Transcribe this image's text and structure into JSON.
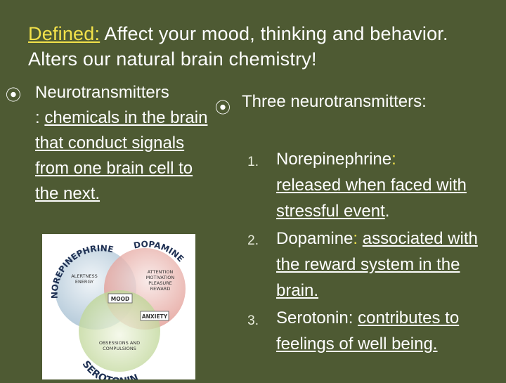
{
  "colors": {
    "background": "#4e5a33",
    "accent": "#f3e24a",
    "text": "#ffffff"
  },
  "intro": {
    "term": "Defined:",
    "text": " Affect your mood, thinking and behavior. Alters our natural brain chemistry!"
  },
  "left": {
    "bullet": "⦿",
    "term": "Neurotransmitters",
    "colon": ":",
    "definition": "chemicals in the brain that conduct signals from one brain cell to the next."
  },
  "right": {
    "bullet": "⦿",
    "heading": "Three neurotransmitters:",
    "items": [
      {
        "number": "1.",
        "name": "Norepinephrine",
        "colon": ":",
        "description": "released when faced with stressful event",
        "end": "."
      },
      {
        "number": "2.",
        "name": "Dopamine",
        "colon": ":",
        "description": "associated with the reward system in the brain.",
        "end": ""
      },
      {
        "number": "3.",
        "name": "Serotonin",
        "colon": ":",
        "description": "contributes to feelings of well being.",
        "end": ""
      }
    ]
  },
  "diagram": {
    "norepinephrine": "NOREPINEPHRINE",
    "dopamine": "DOPAMINE",
    "serotonin": "SEROTONIN",
    "alertness": "ALERTNESS",
    "energy": "ENERGY",
    "attention": "ATTENTION",
    "motivation": "MOTIVATION",
    "pleasure": "PLEASURE",
    "reward": "REWARD",
    "mood": "MOOD",
    "anxiety": "ANXIETY",
    "obsessions": "OBSESSIONS AND",
    "compulsions": "COMPULSIONS"
  }
}
